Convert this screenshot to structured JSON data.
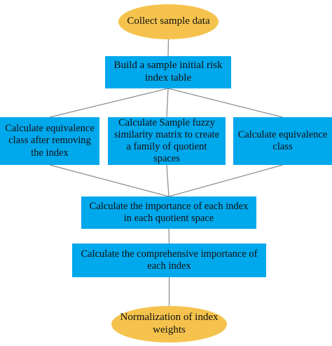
{
  "diagram": {
    "colors": {
      "process_fill": "#00a8ec",
      "terminal_fill": "#f5c34d",
      "edge": "#8a8a8a",
      "text": "#111111"
    },
    "nodes": {
      "start": {
        "shape": "ellipse",
        "label": "Collect sample data"
      },
      "build_table": {
        "shape": "rect",
        "label": "Build a sample initial risk index table"
      },
      "calc_equiv_removed": {
        "shape": "rect",
        "label": "Calculate equivalence class after removing the index"
      },
      "calc_similarity": {
        "shape": "rect",
        "label": "Calculate Sample fuzzy similarity matrix to create a family of quotient spaces"
      },
      "calc_equiv": {
        "shape": "rect",
        "label": "Calculate equivalence class"
      },
      "calc_importance": {
        "shape": "rect",
        "label": "Calculate the importance of each index in each quotient space"
      },
      "calc_comprehensive": {
        "shape": "rect",
        "label": "Calculate the comprehensive importance of each index"
      },
      "end": {
        "shape": "ellipse",
        "label": "Normalization of index weights"
      }
    },
    "edges": [
      {
        "from": "start",
        "to": "build_table"
      },
      {
        "from": "build_table",
        "to": "calc_equiv_removed"
      },
      {
        "from": "build_table",
        "to": "calc_similarity"
      },
      {
        "from": "build_table",
        "to": "calc_equiv"
      },
      {
        "from": "calc_equiv_removed",
        "to": "calc_importance"
      },
      {
        "from": "calc_similarity",
        "to": "calc_importance"
      },
      {
        "from": "calc_equiv",
        "to": "calc_importance"
      },
      {
        "from": "calc_importance",
        "to": "calc_comprehensive"
      },
      {
        "from": "calc_comprehensive",
        "to": "end"
      }
    ]
  }
}
